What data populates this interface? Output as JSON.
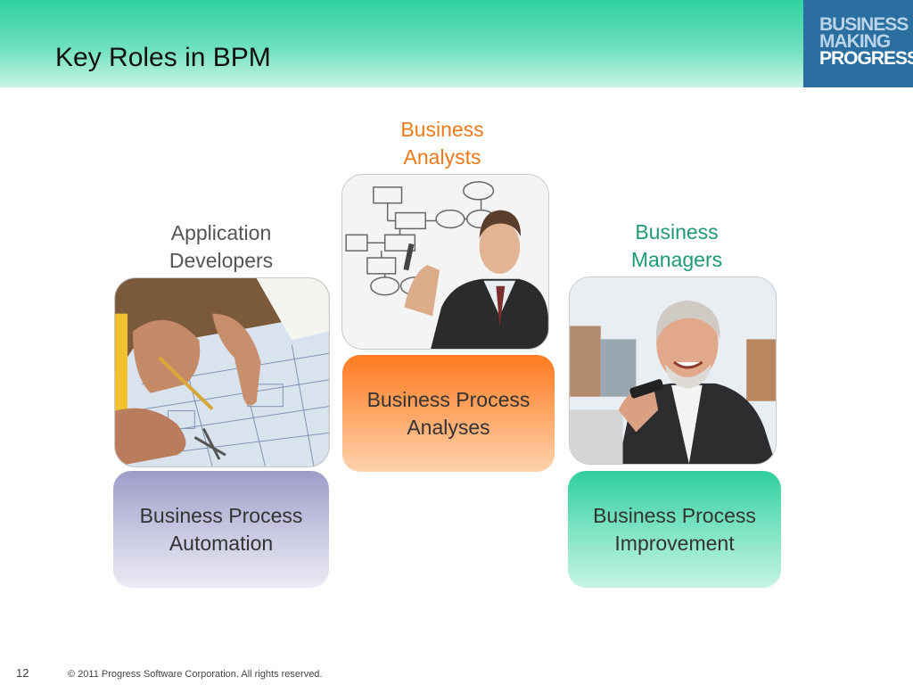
{
  "header": {
    "title": "Key Roles in BPM",
    "logo_lines": [
      "BUSINESS",
      "MAKING",
      "PROGRESS."
    ]
  },
  "roles": {
    "analysts": {
      "label_line1": "Business",
      "label_line2": "Analysts",
      "box_line1": "Business Process",
      "box_line2": "Analyses"
    },
    "developers": {
      "label_line1": "Application",
      "label_line2": "Developers",
      "box_line1": "Business Process",
      "box_line2": "Automation"
    },
    "managers": {
      "label_line1": "Business",
      "label_line2": "Managers",
      "box_line1": "Business Process",
      "box_line2": "Improvement"
    }
  },
  "footer": {
    "slide_number": "12",
    "copyright": "© 2011 Progress Software Corporation. All rights reserved."
  },
  "colors": {
    "analysts_accent": "#f07a1a",
    "managers_accent": "#1f9a76",
    "header_green": "#2fd0a0",
    "logo_blue": "#2a6fa0"
  }
}
